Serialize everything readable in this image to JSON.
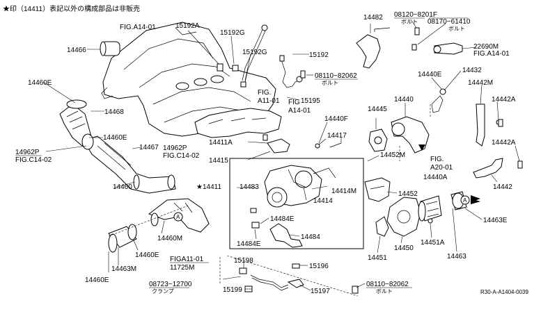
{
  "header_note": "★印（14411）表記以外の構成部品は非販売",
  "reference_code": "R30-A-A1404-0039",
  "arrow_marker": "A",
  "labels": {
    "fig_a14_01_top": "FIG.A14-01",
    "p14466": "14466",
    "p15192A": "15192A",
    "p15192G_1": "15192G",
    "p15192G_2": "15192G",
    "p15192": "15192",
    "p14482": "14482",
    "p08120": "08120−8201F",
    "bolt_1": "ボルト",
    "p08170": "08170−61410",
    "bolt_2": "ボルト",
    "p22690M": "22690M",
    "fig_a14_01_right": "FIG.A14-01",
    "p14460E_1": "14460E",
    "p14468": "14468",
    "p14460E_2": "14460E",
    "p14467": "14467",
    "p14962P_1": "14962P",
    "fig_c14_02_1": "FIG.C14-02",
    "p14962P_2": "14962P",
    "fig_c14_02_2": "FIG.C14-02",
    "p14460": "14460",
    "fig_a11_01_1": "FIG.",
    "fig_a11_01_2": "A11-01",
    "fig_a14_01_mid_1": "FIG",
    "fig_a14_01_mid_2": "A14-01",
    "p08110_1": "08110−82062",
    "bolt_3": "ボルト",
    "p15195": "15195",
    "p14440E": "14440E",
    "p14432": "14432",
    "p14442M": "14442M",
    "p14442A_1": "14442A",
    "p14440": "14440",
    "p14445": "14445",
    "p14440F": "14440F",
    "p14417": "14417",
    "p14411A": "14411A",
    "p14415": "14415",
    "p14452M": "14452M",
    "fig_a20_1": "FIG.",
    "fig_a20_2": "A20-01",
    "p14440A": "14440A",
    "p14442A_2": "14442A",
    "p14442": "14442",
    "p14411": "★14411",
    "p14483": "14483",
    "p14414M": "14414M",
    "p14414": "14414",
    "p14452": "14452",
    "p14463E": "14463E",
    "p14484E_1": "14484E",
    "p14484E_2": "14484E",
    "p14484": "14484",
    "p14460M": "14460M",
    "p14460E_3": "14460E",
    "p14463M": "14463M",
    "p14460E_4": "14460E",
    "p14451": "14451",
    "p14450": "14450",
    "p14451A": "14451A",
    "p14463": "14463",
    "fig_a11_01_bottom": "FIGA11-01",
    "p11725M": "11725M",
    "p15198": "15198",
    "p15196": "15196",
    "p08723": "08723−12700",
    "clamp": "クランプ",
    "p15199": "15199",
    "p15197": "15197",
    "p08110_2": "08110−82062",
    "bolt_4": "ボルト"
  }
}
